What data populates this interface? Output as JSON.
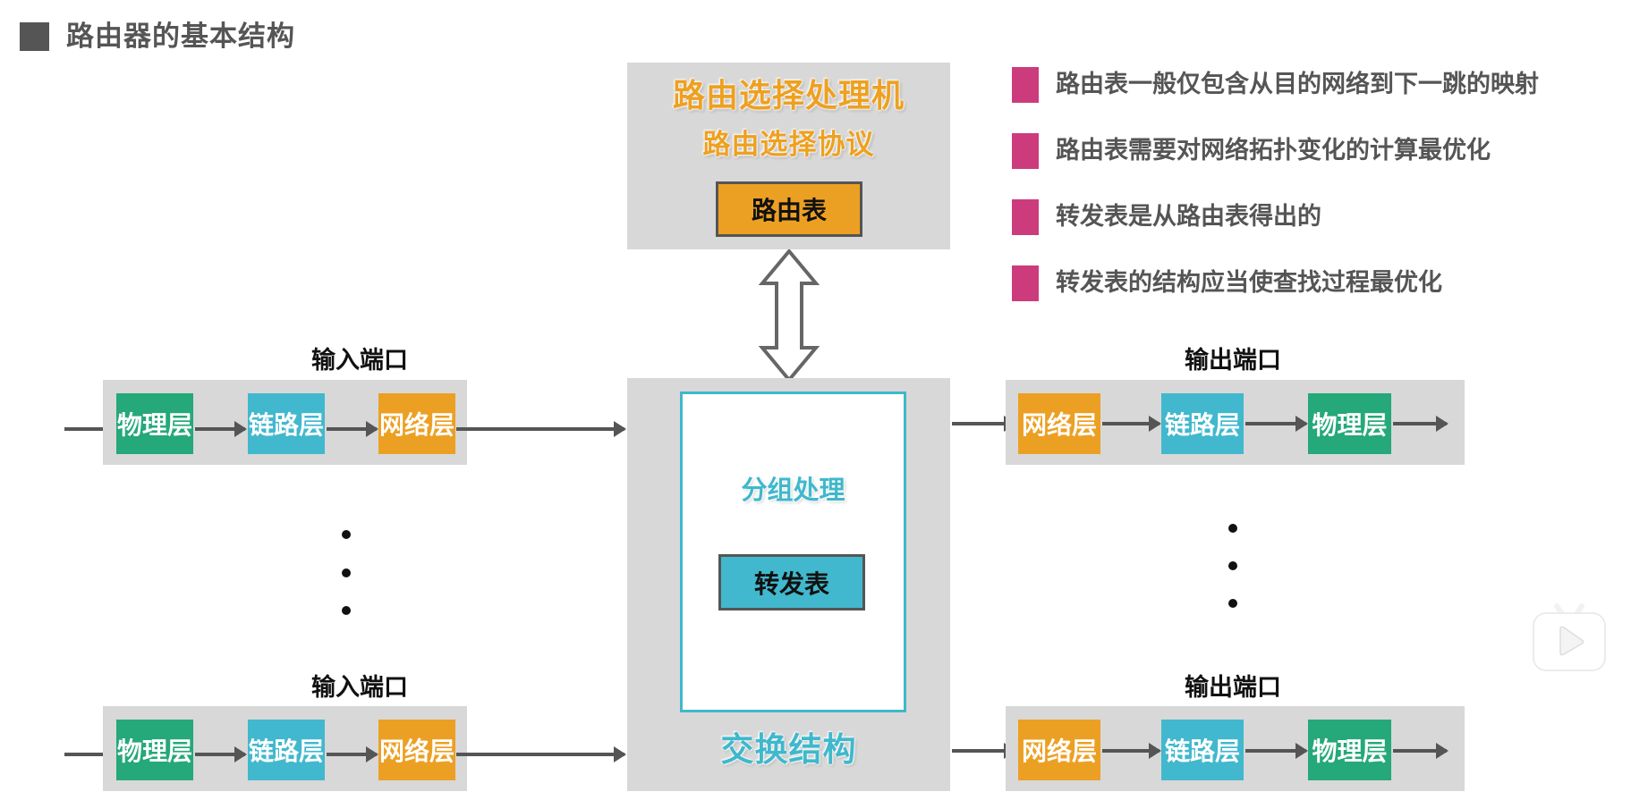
{
  "title": "路由器的基本结构",
  "routing_processor": {
    "title": "路由选择处理机",
    "subtitle": "路由选择协议",
    "table": "路由表"
  },
  "switch_fabric": {
    "packet_processing": "分组处理",
    "table": "转发表",
    "title": "交换结构"
  },
  "bullets": [
    "路由表一般仅包含从目的网络到下一跳的映射",
    "路由表需要对网络拓扑变化的计算最优化",
    "转发表是从路由表得出的",
    "转发表的结构应当使查找过程最优化"
  ],
  "input_ports": [
    {
      "label": "输入端口",
      "layers": [
        "物理层",
        "链路层",
        "网络层"
      ]
    },
    {
      "label": "输入端口",
      "layers": [
        "物理层",
        "链路层",
        "网络层"
      ]
    }
  ],
  "output_ports": [
    {
      "label": "输出端口",
      "layers": [
        "网络层",
        "链路层",
        "物理层"
      ]
    },
    {
      "label": "输出端口",
      "layers": [
        "网络层",
        "链路层",
        "物理层"
      ]
    }
  ],
  "colors": {
    "physical_layer": "#25a87a",
    "link_layer": "#41b8cd",
    "network_layer": "#eca023",
    "bullet": "#cc3c7c",
    "accent_orange": "#eea020",
    "accent_teal": "#3fb8cc",
    "panel_gray": "#d8d8d8"
  },
  "overlay": {
    "icon": "bilibili-tv-play-icon"
  }
}
